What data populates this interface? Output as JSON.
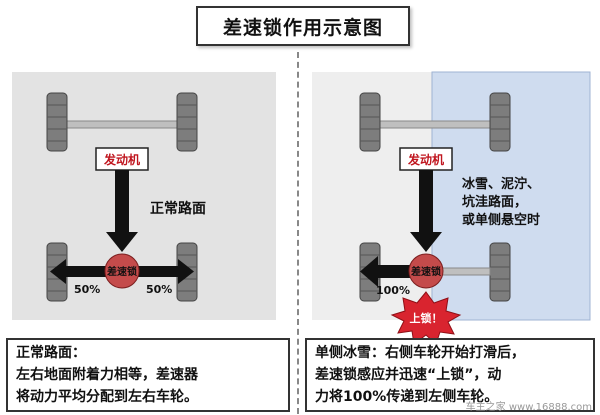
{
  "title": "差速锁作用示意图",
  "left": {
    "engine_label": "发动机",
    "road_label": "正常路面",
    "diff_label": "差速锁",
    "left_pct": "50%",
    "right_pct": "50%",
    "caption_head": "正常路面：",
    "caption_line1": "左右地面附着力相等，差速器",
    "caption_line2": "将动力平均分配到左右车轮。"
  },
  "right": {
    "engine_label": "发动机",
    "road_label_1": "冰雪、泥泞、",
    "road_label_2": "坑洼路面，",
    "road_label_3": "或单侧悬空时",
    "diff_label": "差速锁",
    "left_pct": "100%",
    "lock_label": "上锁！",
    "caption_head": "单侧冰雪：",
    "caption_line1_rest": "右侧车轮开始打滑后，",
    "caption_line2": "差速锁感应并迅速“上锁”，动",
    "caption_line3": "力将100%传递到左侧车轮。"
  },
  "watermark": "车主之家 www.16888.com",
  "colors": {
    "panel_gray": "#e3e3e3",
    "panel_blue": "#cfdcef",
    "diff_red": "#c44b4b",
    "arrow_black": "#111111",
    "burst_red": "#d9242f"
  }
}
